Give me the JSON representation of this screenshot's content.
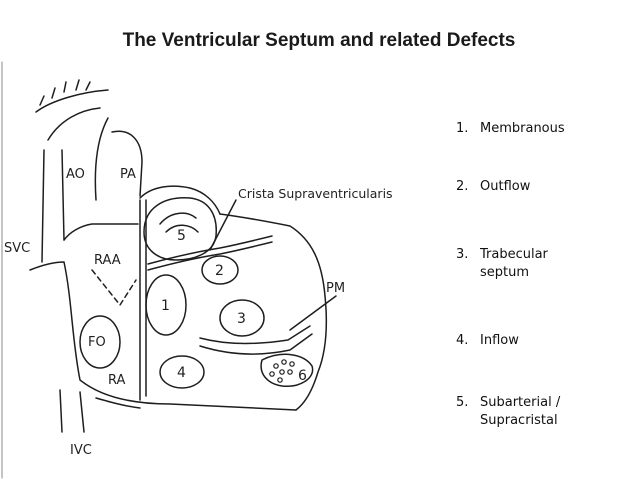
{
  "title": "The Ventricular Septum and related Defects",
  "diagram_labels": {
    "ao": "AO",
    "pa": "PA",
    "svc": "SVC",
    "raa": "RAA",
    "fo": "FO",
    "ra": "RA",
    "ivc": "IVC",
    "pm": "PM",
    "crista": "Crista Supraventricularis",
    "region_1": "1",
    "region_2": "2",
    "region_3": "3",
    "region_4": "4",
    "region_5": "5",
    "region_6": "6"
  },
  "defects": [
    {
      "number": "1.",
      "label": "Membranous"
    },
    {
      "number": "2.",
      "label": "Outflow"
    },
    {
      "number": "3.",
      "label": "Trabecular\nseptum"
    },
    {
      "number": "4.",
      "label": "Inflow"
    },
    {
      "number": "5.",
      "label": "Subarterial /\nSupracristal"
    }
  ]
}
